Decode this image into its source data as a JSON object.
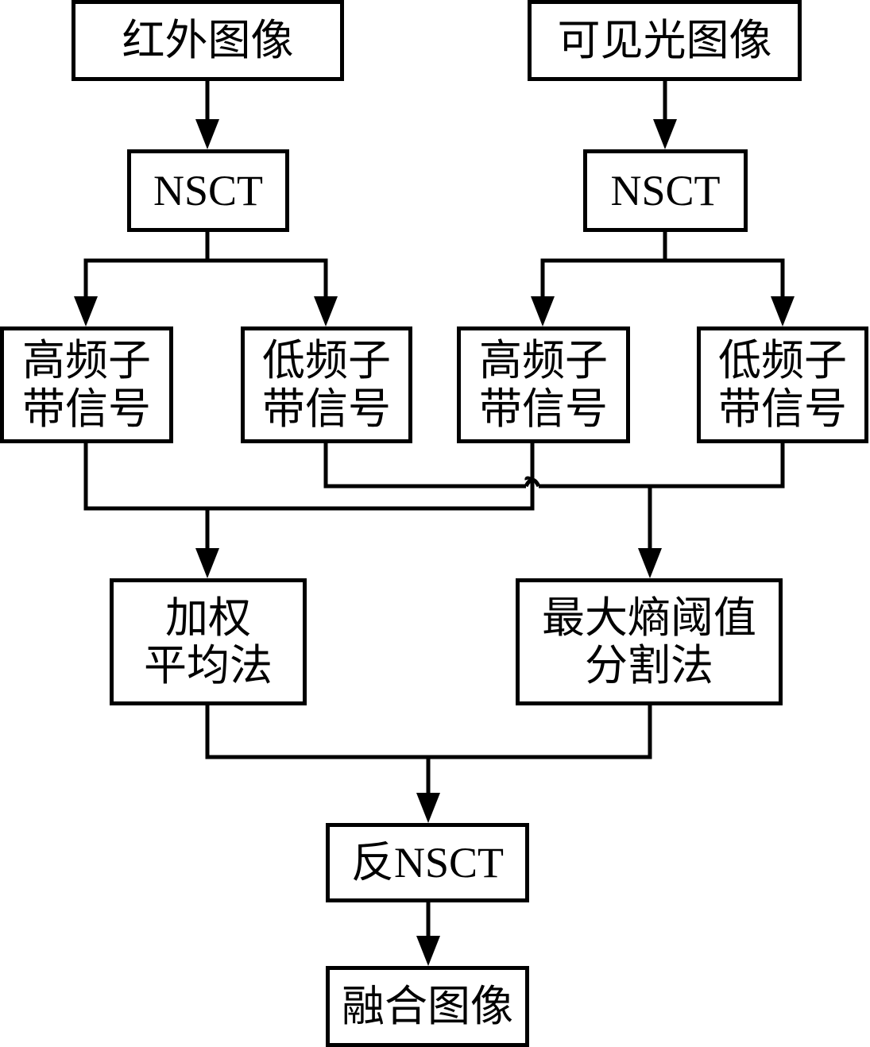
{
  "nodes": {
    "infrared_image": {
      "label": "红外图像"
    },
    "visible_image": {
      "label": "可见光图像"
    },
    "nsct_left": {
      "label": "NSCT"
    },
    "nsct_right": {
      "label": "NSCT"
    },
    "high_freq_left": {
      "line1": "高频子",
      "line2": "带信号"
    },
    "low_freq_left": {
      "line1": "低频子",
      "line2": "带信号"
    },
    "high_freq_right": {
      "line1": "高频子",
      "line2": "带信号"
    },
    "low_freq_right": {
      "line1": "低频子",
      "line2": "带信号"
    },
    "weighted_average": {
      "line1": "加权",
      "line2": "平均法"
    },
    "max_entropy": {
      "line1": "最大熵阈值",
      "line2": "分割法"
    },
    "inverse_nsct": {
      "label": "反NSCT"
    },
    "fused_image": {
      "label": "融合图像"
    }
  },
  "edges": [
    {
      "from": "infrared_image",
      "to": "nsct_left"
    },
    {
      "from": "visible_image",
      "to": "nsct_right"
    },
    {
      "from": "nsct_left",
      "to": "high_freq_left"
    },
    {
      "from": "nsct_left",
      "to": "low_freq_left"
    },
    {
      "from": "nsct_right",
      "to": "high_freq_right"
    },
    {
      "from": "nsct_right",
      "to": "low_freq_right"
    },
    {
      "from": "high_freq_left",
      "to": "weighted_average"
    },
    {
      "from": "high_freq_right",
      "to": "weighted_average"
    },
    {
      "from": "low_freq_left",
      "to": "max_entropy"
    },
    {
      "from": "low_freq_right",
      "to": "max_entropy"
    },
    {
      "from": "weighted_average",
      "to": "inverse_nsct"
    },
    {
      "from": "max_entropy",
      "to": "inverse_nsct"
    },
    {
      "from": "inverse_nsct",
      "to": "fused_image"
    }
  ]
}
